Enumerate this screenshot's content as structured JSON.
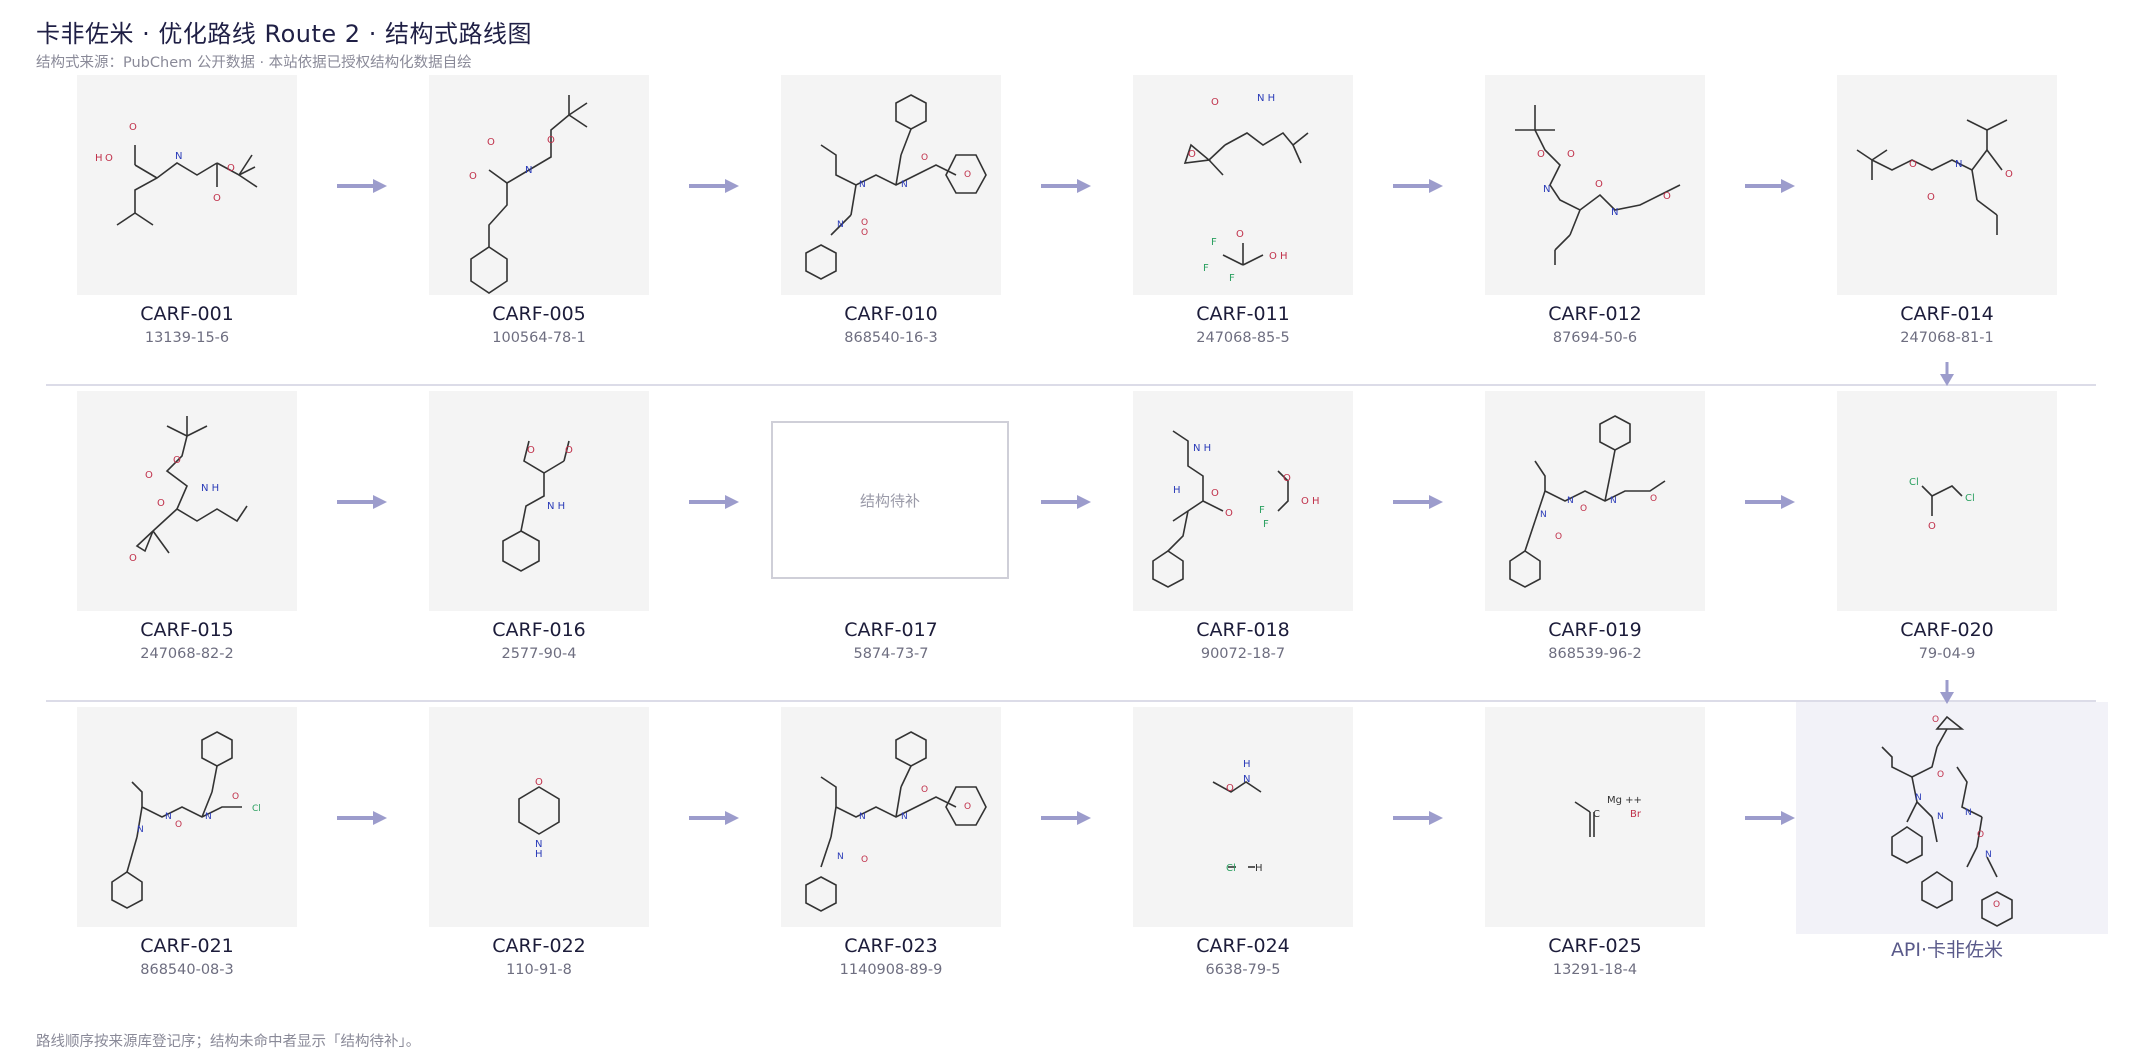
{
  "header": {
    "title": "卡非佐米 · 优化路线 Route 2 · 结构式路线图",
    "subtitle": "结构式来源：PubChem 公开数据 · 本站依据已授权结构化数据自绘"
  },
  "rows": [
    [
      {
        "code": "CARF-001",
        "cas": "13139-15-6"
      },
      {
        "code": "CARF-005",
        "cas": "100564-78-1"
      },
      {
        "code": "CARF-010",
        "cas": "868540-16-3"
      },
      {
        "code": "CARF-011",
        "cas": "247068-85-5"
      },
      {
        "code": "CARF-012",
        "cas": "87694-50-6"
      },
      {
        "code": "CARF-014",
        "cas": "247068-81-1"
      }
    ],
    [
      {
        "code": "CARF-015",
        "cas": "247068-82-2"
      },
      {
        "code": "CARF-016",
        "cas": "2577-90-4"
      },
      {
        "code": "CARF-017",
        "cas": "5874-73-7",
        "placeholder": "结构待补"
      },
      {
        "code": "CARF-018",
        "cas": "90072-18-7"
      },
      {
        "code": "CARF-019",
        "cas": "868539-96-2"
      },
      {
        "code": "CARF-020",
        "cas": "79-04-9"
      }
    ],
    [
      {
        "code": "CARF-021",
        "cas": "868540-08-3"
      },
      {
        "code": "CARF-022",
        "cas": "110-91-8"
      },
      {
        "code": "CARF-023",
        "cas": "1140908-89-9"
      },
      {
        "code": "CARF-024",
        "cas": "6638-79-5"
      },
      {
        "code": "CARF-025",
        "cas": "13291-18-4"
      }
    ]
  ],
  "api": {
    "label": "API·卡非佐米"
  },
  "footer": "路线顺序按来源库登记序；结构未命中者显示「结构待补」。",
  "colors": {
    "arrow": "#9c9ccc",
    "accent": "#1f1f45",
    "tile": "#f4f4f4",
    "separator": "#dcdce8"
  }
}
